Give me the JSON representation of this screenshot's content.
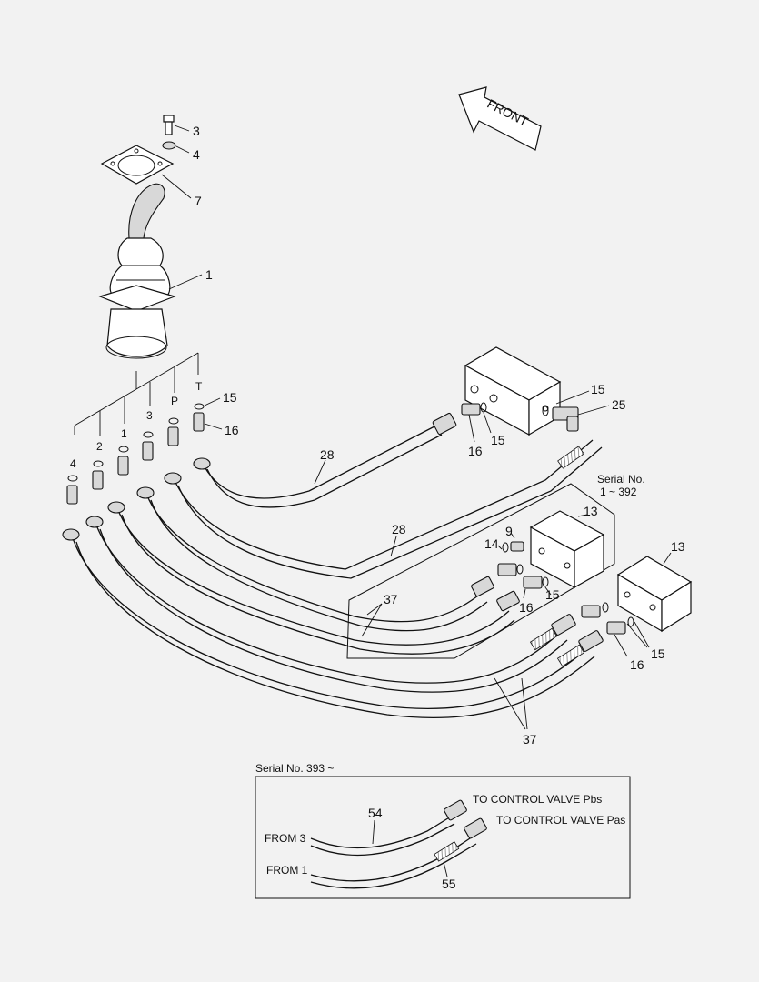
{
  "front_label": "FRONT",
  "serial_upper": {
    "line1": "Serial No.",
    "line2": "1 ~ 392"
  },
  "serial_lower": "Serial No. 393 ~",
  "port_labels": {
    "p4": "4",
    "p2": "2",
    "p1": "1",
    "p3": "3",
    "pP": "P",
    "pT": "T"
  },
  "callouts": {
    "c3": "3",
    "c4": "4",
    "c7": "7",
    "c1": "1",
    "c15a": "15",
    "c16a": "16",
    "c15b": "15",
    "c25": "25",
    "c16b": "16",
    "c15c": "15",
    "c28a": "28",
    "c28b": "28",
    "c13a": "13",
    "c13b": "13",
    "c9": "9",
    "c14": "14",
    "c15d": "15",
    "c16c": "16",
    "c37a": "37",
    "c15e": "15",
    "c16d": "16",
    "c37b": "37",
    "c54": "54",
    "c55": "55"
  },
  "inset": {
    "from3": "FROM 3",
    "from1": "FROM 1",
    "to_pbs": "TO CONTROL VALVE Pbs",
    "to_pas": "TO CONTROL VALVE Pas"
  }
}
